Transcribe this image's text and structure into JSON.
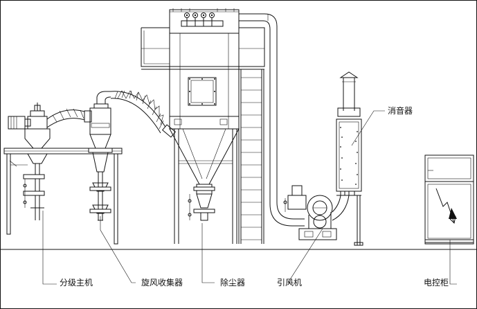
{
  "labels": {
    "classifier": "分级主机",
    "cyclone": "旋风收集器",
    "dust_collector": "除尘器",
    "fan": "引风机",
    "control_cabinet": "电控柜",
    "silencer": "消音器"
  }
}
